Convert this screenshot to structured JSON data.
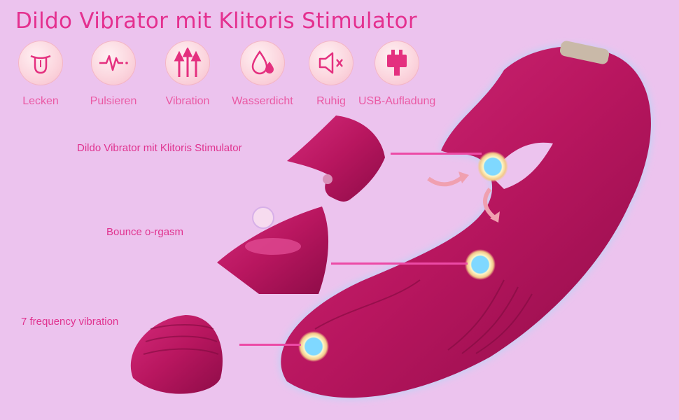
{
  "title": "Dildo Vibrator mit Klitoris Stimulator",
  "features": [
    {
      "icon": "tongue-icon",
      "label": "Lecken"
    },
    {
      "icon": "pulse-icon",
      "label": "Pulsieren"
    },
    {
      "icon": "vibration-arrows-icon",
      "label": "Vibration"
    },
    {
      "icon": "water-drops-icon",
      "label": "Wasserdicht"
    },
    {
      "icon": "speaker-mute-icon",
      "label": "Ruhig"
    },
    {
      "icon": "usb-plug-icon",
      "label": "USB-Aufladung"
    }
  ],
  "callouts": {
    "stimulator": "Dildo Vibrator mit Klitoris Stimulator",
    "bounce": "Bounce o-rgasm",
    "frequency": "7 frequency vibration"
  },
  "colors": {
    "background": "#ecc3ee",
    "accent": "#e4308f",
    "product": "#b8165f",
    "hotspot": "#7fd8ff"
  }
}
